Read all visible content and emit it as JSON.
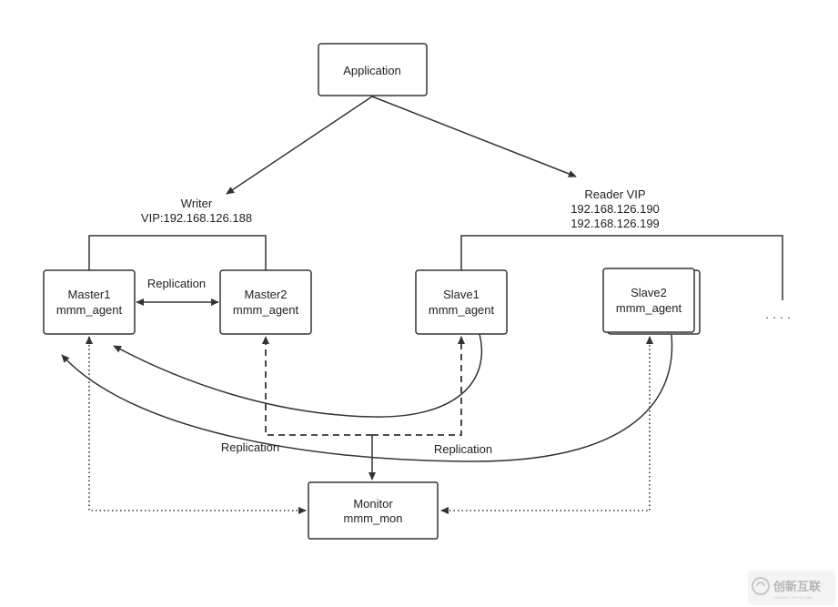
{
  "nodes": {
    "application": {
      "label": "Application"
    },
    "master1": {
      "line1": "Master1",
      "line2": "mmm_agent"
    },
    "master2": {
      "line1": "Master2",
      "line2": "mmm_agent"
    },
    "slave1": {
      "line1": "Slave1",
      "line2": "mmm_agent"
    },
    "slave2": {
      "line1": "Slave2",
      "line2": "mmm_agent"
    },
    "monitor": {
      "line1": "Monitor",
      "line2": "mmm_mon"
    }
  },
  "labels": {
    "writer_title": "Writer",
    "writer_vip": "VIP:192.168.126.188",
    "reader_title": "Reader VIP",
    "reader_ip1": "192.168.126.190",
    "reader_ip2": "192.168.126.199",
    "replication_master": "Replication",
    "replication_left": "Replication",
    "replication_right": "Replication",
    "ellipsis": "· · · ·"
  },
  "watermark": {
    "text": "创新互联",
    "subtext": "CHUANG XIN HU LIAN"
  }
}
